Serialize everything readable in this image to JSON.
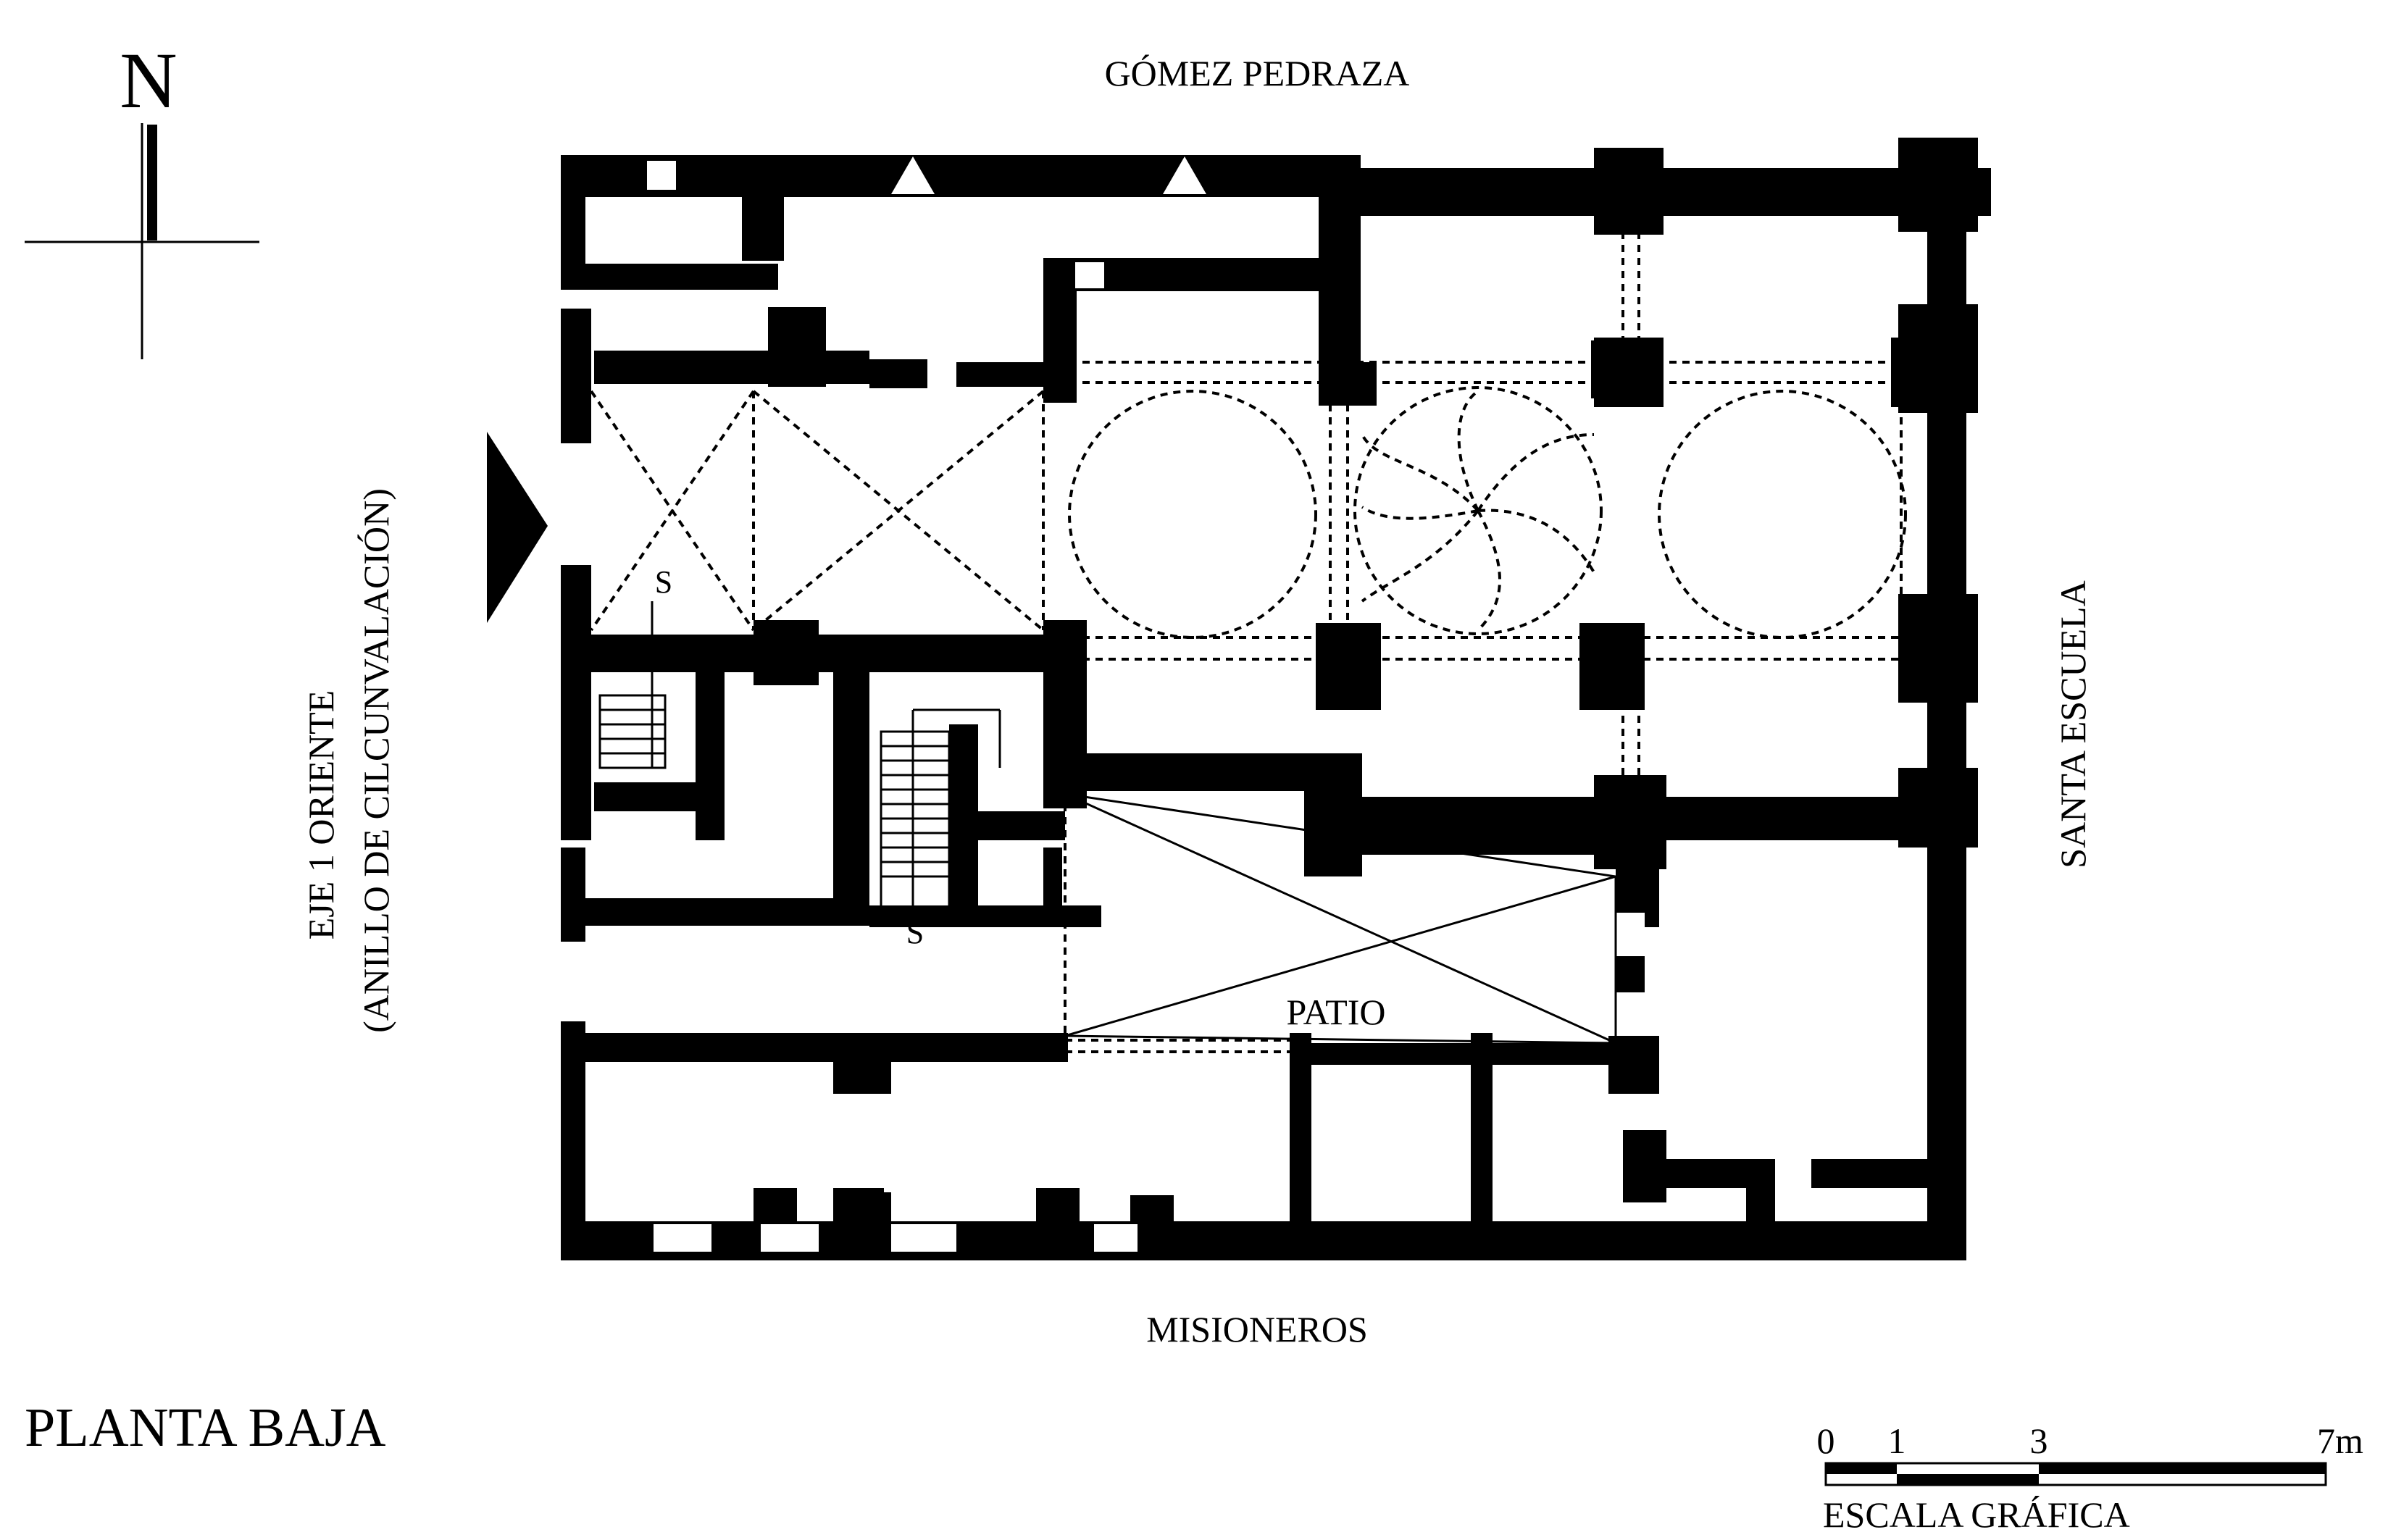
{
  "north_arrow": {
    "label": "N",
    "icon": "north-arrow-icon"
  },
  "streets": {
    "north": "GÓMEZ PEDRAZA",
    "south": "MISIONEROS",
    "east": "SANTA ESCUELA",
    "west_line1": "EJE 1 ORIENTE",
    "west_line2": "(ANILLO DE CILCUNVALACIÓN)"
  },
  "rooms": {
    "patio": "PATIO"
  },
  "stairs": {
    "label_1": "S",
    "label_2": "S"
  },
  "entrance": {
    "icon": "entrance-arrow-icon"
  },
  "title": "PLANTA BAJA",
  "scale_bar": {
    "caption": "ESCALA GRÁFICA",
    "ticks": [
      "0",
      "1",
      "3",
      "7m"
    ]
  },
  "colors": {
    "ink": "#000000",
    "paper": "#ffffff"
  }
}
